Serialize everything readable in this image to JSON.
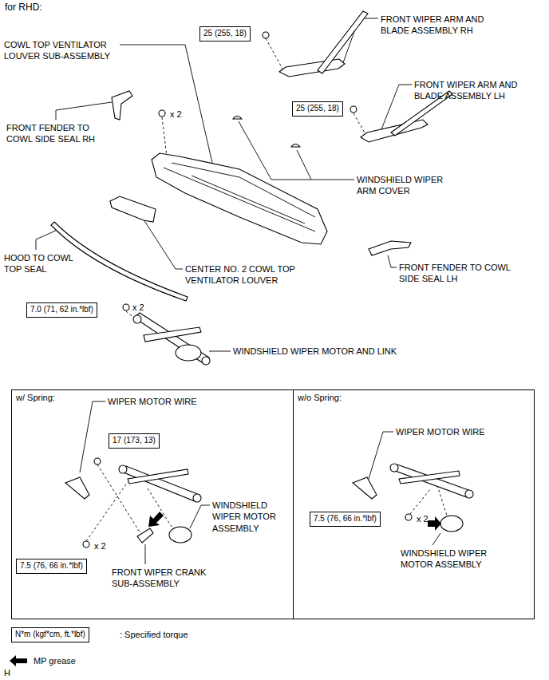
{
  "diagram": {
    "title": "for RHD:",
    "nodes": [
      {
        "text": [
          "25 (255, 18)"
        ]
      },
      {
        "text": [
          "25 (255, 18)"
        ]
      },
      {
        "text": [
          "7.0 (71, 62 in.*lbf)"
        ]
      },
      {
        "text": [
          "w/ Spring:"
        ]
      },
      {
        "text": [
          "17 (173, 13)"
        ],
        "in": 3
      },
      {
        "text": [
          "7.5 (76, 66 in.*lbf)"
        ],
        "in": 3
      },
      {
        "text": [
          "w/o Spring:"
        ]
      },
      {
        "text": [
          "7.5 (76, 66 in.*lbf)"
        ],
        "in": 6
      },
      {
        "text": [
          "N*m (kgf*cm, ft.*lbf)"
        ]
      }
    ],
    "labels": [
      "FRONT WIPER ARM AND BLADE ASSEMBLY RH",
      "COWL TOP VENTILATOR LOUVER SUB-ASSEMBLY",
      "x 2",
      "FRONT WIPER ARM AND BLADE ASSEMBLY LH",
      "FRONT FENDER TO COWL SIDE SEAL RH",
      "WINDSHIELD WIPER ARM COVER",
      "HOOD TO COWL TOP SEAL",
      "CENTER NO. 2 COWL TOP VENTILATOR LOUVER",
      "FRONT FENDER TO COWL SIDE SEAL LH",
      "x 2",
      "WINDSHIELD WIPER MOTOR AND LINK",
      "WIPER MOTOR WIRE",
      "WINDSHIELD WIPER MOTOR ASSEMBLY",
      "x 2",
      "FRONT WIPER CRANK SUB-ASSEMBLY",
      "WIPER MOTOR WIRE",
      "x 2",
      "WINDSHIELD WIPER MOTOR ASSEMBLY",
      "H"
    ],
    "legend": [
      {
        "text": ": Specified torque"
      },
      {
        "text": "MP grease"
      }
    ]
  }
}
